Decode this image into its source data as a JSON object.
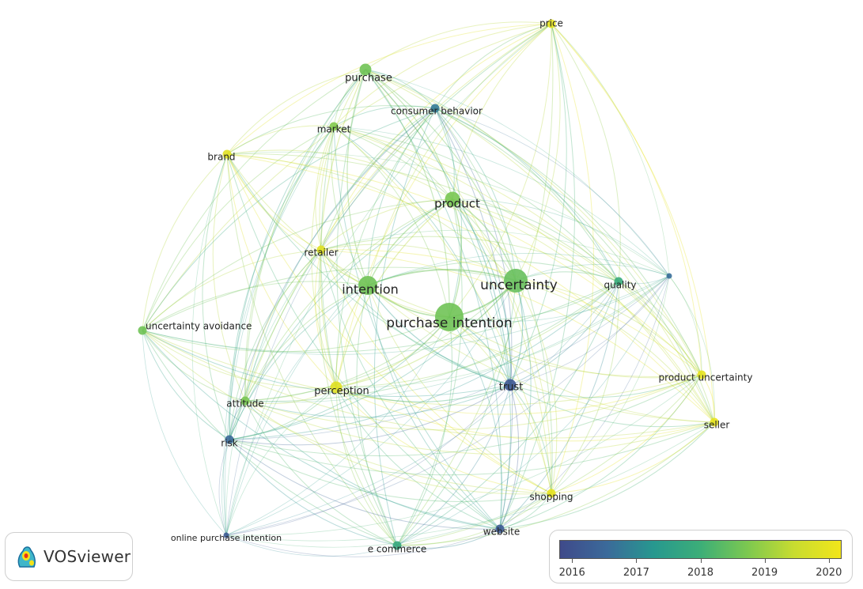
{
  "colors": {
    "scale": [
      "#3f4a8a",
      "#3b6a9a",
      "#27988f",
      "#3cae78",
      "#7cc850",
      "#c8dc30",
      "#f2e51a"
    ]
  },
  "nodes": [
    {
      "label": "price",
      "year": 2020.0,
      "weight": 2
    },
    {
      "label": "purchase",
      "year": 2018.6,
      "weight": 3
    },
    {
      "label": "consumer behavior",
      "year": 2016.8,
      "weight": 2
    },
    {
      "label": "market",
      "year": 2018.8,
      "weight": 2
    },
    {
      "label": "brand",
      "year": 2019.9,
      "weight": 2
    },
    {
      "label": "product",
      "year": 2018.7,
      "weight": 4
    },
    {
      "label": "retailer",
      "year": 2019.9,
      "weight": 2
    },
    {
      "label": "intention",
      "year": 2018.6,
      "weight": 5
    },
    {
      "label": "uncertainty",
      "year": 2018.5,
      "weight": 6
    },
    {
      "label": "quality",
      "year": 2017.9,
      "weight": 2
    },
    {
      "label": "",
      "year": 2016.6,
      "weight": 1
    },
    {
      "label": "purchase intention",
      "year": 2018.6,
      "weight": 7
    },
    {
      "label": "uncertainty avoidance",
      "year": 2018.6,
      "weight": 2
    },
    {
      "label": "trust",
      "year": 2016.1,
      "weight": 3
    },
    {
      "label": "product uncertainty",
      "year": 2020.0,
      "weight": 2
    },
    {
      "label": "perception",
      "year": 2019.9,
      "weight": 3
    },
    {
      "label": "attitude",
      "year": 2018.7,
      "weight": 2
    },
    {
      "label": "seller",
      "year": 2020.0,
      "weight": 2
    },
    {
      "label": "risk",
      "year": 2016.5,
      "weight": 2
    },
    {
      "label": "shopping",
      "year": 2020.0,
      "weight": 2
    },
    {
      "label": "online purchase intention",
      "year": 2016.2,
      "weight": 1
    },
    {
      "label": "website",
      "year": 2016.2,
      "weight": 2
    },
    {
      "label": "e commerce",
      "year": 2017.8,
      "weight": 2
    }
  ],
  "legend": {
    "min": 2015.8,
    "max": 2020.2,
    "ticks": [
      "2016",
      "2017",
      "2018",
      "2019",
      "2020"
    ]
  },
  "logo": {
    "text": "VOSviewer"
  }
}
